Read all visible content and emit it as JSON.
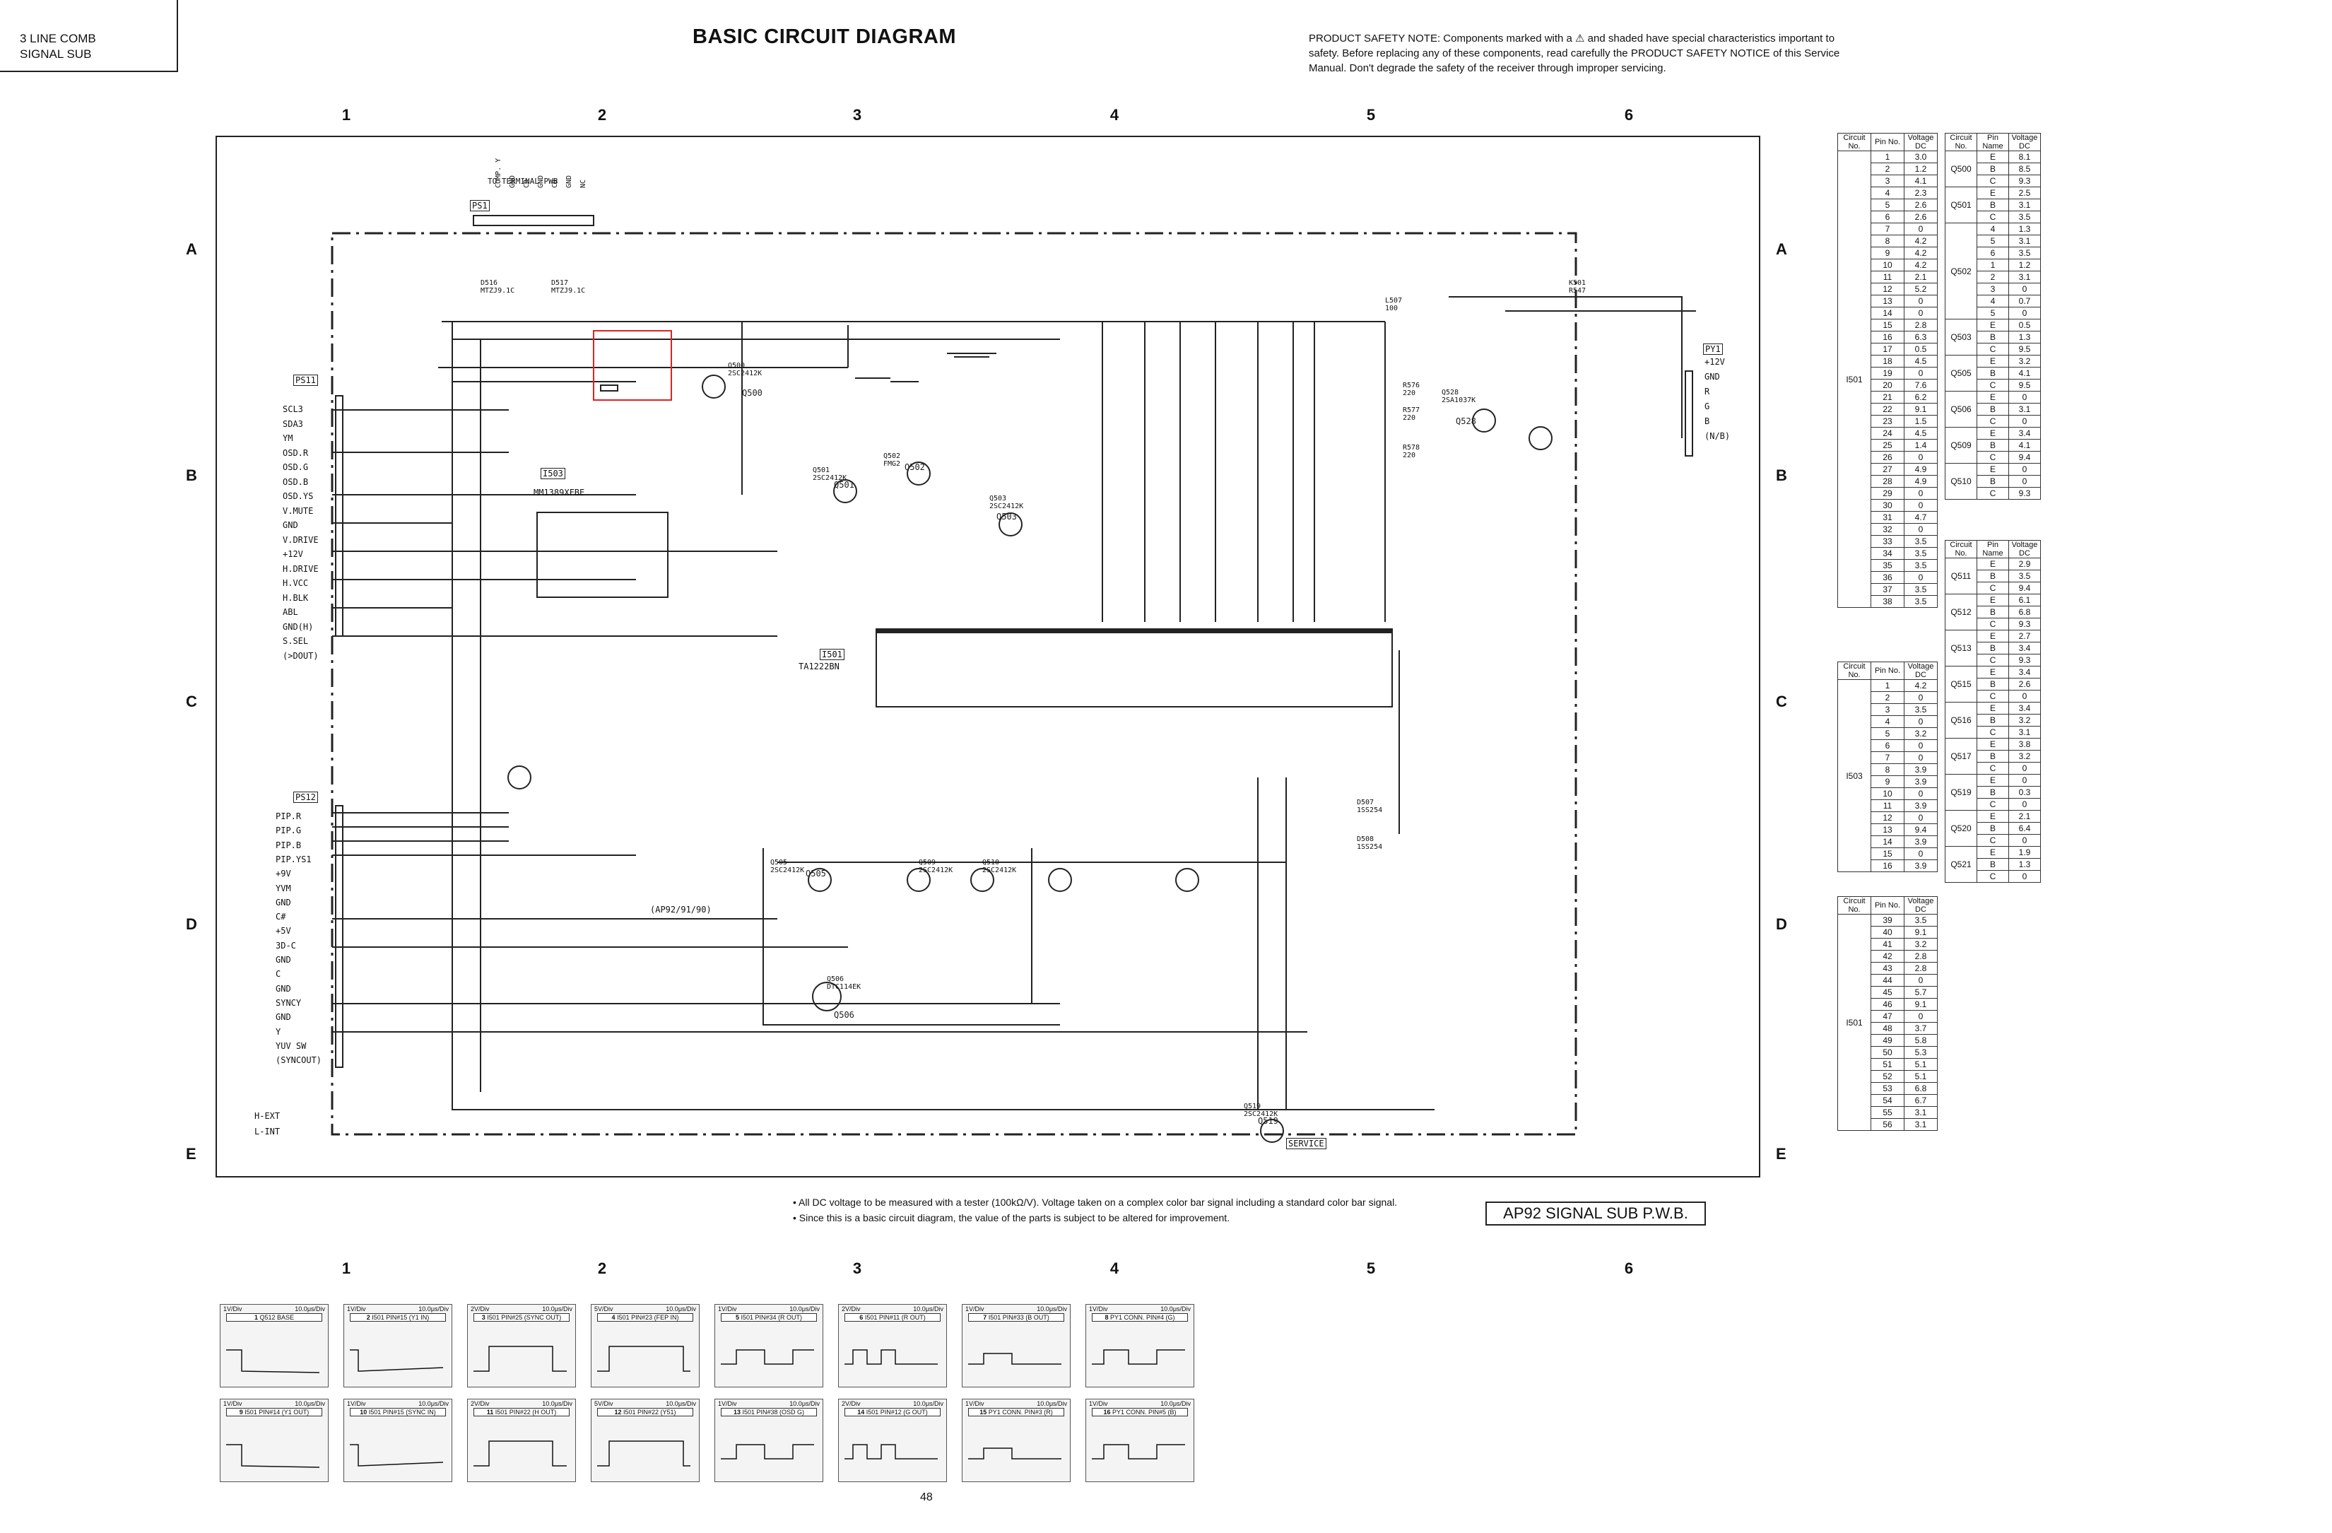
{
  "header": {
    "section_line1": "3 LINE COMB",
    "section_line2": "SIGNAL SUB",
    "title": "BASIC CIRCUIT DIAGRAM",
    "safety_note": "PRODUCT SAFETY NOTE: Components marked with a ⚠ and shaded have special characteristics important to safety. Before replacing any of these components, read carefully the PRODUCT SAFETY NOTICE of this Service Manual. Don't degrade the safety of the receiver through improper servicing."
  },
  "grid": {
    "columns": [
      "1",
      "2",
      "3",
      "4",
      "5",
      "6"
    ],
    "rows": [
      "A",
      "B",
      "C",
      "D",
      "E"
    ]
  },
  "connectors": {
    "ps1": {
      "name": "PS1",
      "label": "TO TERMINAL PWB",
      "pins": [
        "COMP. Y",
        "GND",
        "CR",
        "GND",
        "CB",
        "GND",
        "NC"
      ]
    },
    "ps11": {
      "name": "PS11",
      "pins": [
        "SCL3",
        "SDA3",
        "YM",
        "OSD.R",
        "OSD.G",
        "OSD.B",
        "OSD.YS",
        "V.MUTE",
        "GND",
        "V.DRIVE",
        "+12V",
        "H.DRIVE",
        "H.VCC",
        "H.BLK",
        "ABL",
        "GND(H)",
        "S.SEL",
        "(>DOUT)"
      ]
    },
    "ps12": {
      "name": "PS12",
      "pins": [
        "PIP.R",
        "PIP.G",
        "PIP.B",
        "PIP.YS1",
        "+9V",
        "YVM",
        "GND",
        "C#",
        "+5V",
        "3D-C",
        "GND",
        "C",
        "GND",
        "SYNCY",
        "GND",
        "Y",
        "YUV SW",
        "(SYNCOUT)"
      ]
    },
    "py1": {
      "name": "PY1",
      "pins": [
        "+12V",
        "GND",
        "R",
        "G",
        "B",
        "(N/B)"
      ]
    },
    "hext": "H-EXT",
    "lint": "L-INT",
    "service": "SERVICE"
  },
  "components": [
    {
      "ref": "I503",
      "part": "MM1389XFBE"
    },
    {
      "ref": "I501",
      "part": "TA1222BN"
    },
    {
      "ref": "Q500",
      "part": "2SC2412K"
    },
    {
      "ref": "Q501",
      "part": "2SC2412K"
    },
    {
      "ref": "Q502",
      "part": "FMG2"
    },
    {
      "ref": "Q503",
      "part": "2SC2412K"
    },
    {
      "ref": "Q505",
      "part": "2SC2412K"
    },
    {
      "ref": "Q506",
      "part": "DTC114EK"
    },
    {
      "ref": "Q509",
      "part": "2SC2412K"
    },
    {
      "ref": "Q510",
      "part": "2SC2412K"
    },
    {
      "ref": "Q519",
      "part": "2SC2412K"
    },
    {
      "ref": "Q528",
      "part": "2SA1037K"
    },
    {
      "ref": "D507",
      "part": "1SS254"
    },
    {
      "ref": "D508",
      "part": "1SS254"
    },
    {
      "ref": "D516",
      "part": "MTZJ9.1C"
    },
    {
      "ref": "D517",
      "part": "MTZJ9.1C"
    },
    {
      "ref": "K501",
      "part": "R547"
    },
    {
      "ref": "L507",
      "part": "100"
    },
    {
      "ref": "R576",
      "part": "220"
    },
    {
      "ref": "R577",
      "part": "220"
    },
    {
      "ref": "R578",
      "part": "220"
    }
  ],
  "ic_variant_note": "(AP92/91/90)",
  "tables": {
    "t1": {
      "headers": [
        "Circuit No.",
        "Pin No.",
        "Voltage DC"
      ],
      "circuit": "I501",
      "rows": [
        [
          "1",
          "3.0"
        ],
        [
          "2",
          "1.2"
        ],
        [
          "3",
          "4.1"
        ],
        [
          "4",
          "2.3"
        ],
        [
          "5",
          "2.6"
        ],
        [
          "6",
          "2.6"
        ],
        [
          "7",
          "0"
        ],
        [
          "8",
          "4.2"
        ],
        [
          "9",
          "4.2"
        ],
        [
          "10",
          "4.2"
        ],
        [
          "11",
          "2.1"
        ],
        [
          "12",
          "5.2"
        ],
        [
          "13",
          "0"
        ],
        [
          "14",
          "0"
        ],
        [
          "15",
          "2.8"
        ],
        [
          "16",
          "6.3"
        ],
        [
          "17",
          "0.5"
        ],
        [
          "18",
          "4.5"
        ],
        [
          "19",
          "0"
        ],
        [
          "20",
          "7.6"
        ],
        [
          "21",
          "6.2"
        ],
        [
          "22",
          "9.1"
        ],
        [
          "23",
          "1.5"
        ],
        [
          "24",
          "4.5"
        ],
        [
          "25",
          "1.4"
        ],
        [
          "26",
          "0"
        ],
        [
          "27",
          "4.9"
        ],
        [
          "28",
          "4.9"
        ],
        [
          "29",
          "0"
        ],
        [
          "30",
          "0"
        ],
        [
          "31",
          "4.7"
        ],
        [
          "32",
          "0"
        ],
        [
          "33",
          "3.5"
        ],
        [
          "34",
          "3.5"
        ],
        [
          "35",
          "3.5"
        ],
        [
          "36",
          "0"
        ],
        [
          "37",
          "3.5"
        ],
        [
          "38",
          "3.5"
        ]
      ]
    },
    "t2": {
      "headers": [
        "Circuit No.",
        "Pin No.",
        "Voltage DC"
      ],
      "circuit": "I503",
      "rows": [
        [
          "1",
          "4.2"
        ],
        [
          "2",
          "0"
        ],
        [
          "3",
          "3.5"
        ],
        [
          "4",
          "0"
        ],
        [
          "5",
          "3.2"
        ],
        [
          "6",
          "0"
        ],
        [
          "7",
          "0"
        ],
        [
          "8",
          "3.9"
        ],
        [
          "9",
          "3.9"
        ],
        [
          "10",
          "0"
        ],
        [
          "11",
          "3.9"
        ],
        [
          "12",
          "0"
        ],
        [
          "13",
          "9.4"
        ],
        [
          "14",
          "3.9"
        ],
        [
          "15",
          "0"
        ],
        [
          "16",
          "3.9"
        ]
      ]
    },
    "t3": {
      "headers": [
        "Circuit No.",
        "Pin No.",
        "Voltage DC"
      ],
      "circuit": "I501",
      "rows": [
        [
          "39",
          "3.5"
        ],
        [
          "40",
          "9.1"
        ],
        [
          "41",
          "3.2"
        ],
        [
          "42",
          "2.8"
        ],
        [
          "43",
          "2.8"
        ],
        [
          "44",
          "0"
        ],
        [
          "45",
          "5.7"
        ],
        [
          "46",
          "9.1"
        ],
        [
          "47",
          "0"
        ],
        [
          "48",
          "3.7"
        ],
        [
          "49",
          "5.8"
        ],
        [
          "50",
          "5.3"
        ],
        [
          "51",
          "5.1"
        ],
        [
          "52",
          "5.1"
        ],
        [
          "53",
          "6.8"
        ],
        [
          "54",
          "6.7"
        ],
        [
          "55",
          "3.1"
        ],
        [
          "56",
          "3.1"
        ]
      ]
    },
    "t4": {
      "headers": [
        "Circuit No.",
        "Pin Name",
        "Voltage DC"
      ],
      "groups": [
        {
          "circuit": "Q500",
          "rows": [
            [
              "E",
              "8.1"
            ],
            [
              "B",
              "8.5"
            ],
            [
              "C",
              "9.3"
            ]
          ]
        },
        {
          "circuit": "Q501",
          "rows": [
            [
              "E",
              "2.5"
            ],
            [
              "B",
              "3.1"
            ],
            [
              "C",
              "3.5"
            ]
          ]
        },
        {
          "circuit": "Q502",
          "rows": [
            [
              "4",
              "1.3"
            ],
            [
              "5",
              "3.1"
            ],
            [
              "6",
              "3.5"
            ],
            [
              "1",
              "1.2"
            ],
            [
              "2",
              "3.1"
            ],
            [
              "3",
              "0"
            ],
            [
              "4",
              "0.7"
            ],
            [
              "5",
              "0"
            ]
          ]
        },
        {
          "circuit": "Q503",
          "rows": [
            [
              "E",
              "0.5"
            ],
            [
              "B",
              "1.3"
            ],
            [
              "C",
              "9.5"
            ]
          ]
        },
        {
          "circuit": "Q505",
          "rows": [
            [
              "E",
              "3.2"
            ],
            [
              "B",
              "4.1"
            ],
            [
              "C",
              "9.5"
            ]
          ]
        },
        {
          "circuit": "Q506",
          "rows": [
            [
              "E",
              "0"
            ],
            [
              "B",
              "3.1"
            ],
            [
              "C",
              "0"
            ]
          ]
        },
        {
          "circuit": "Q509",
          "rows": [
            [
              "E",
              "3.4"
            ],
            [
              "B",
              "4.1"
            ],
            [
              "C",
              "9.4"
            ]
          ]
        },
        {
          "circuit": "Q510",
          "rows": [
            [
              "E",
              "0"
            ],
            [
              "B",
              "0"
            ],
            [
              "C",
              "9.3"
            ]
          ]
        }
      ]
    },
    "t5": {
      "headers": [
        "Circuit No.",
        "Pin Name",
        "Voltage DC"
      ],
      "groups": [
        {
          "circuit": "Q511",
          "rows": [
            [
              "E",
              "2.9"
            ],
            [
              "B",
              "3.5"
            ],
            [
              "C",
              "9.4"
            ]
          ]
        },
        {
          "circuit": "Q512",
          "rows": [
            [
              "E",
              "6.1"
            ],
            [
              "B",
              "6.8"
            ],
            [
              "C",
              "9.3"
            ]
          ]
        },
        {
          "circuit": "Q513",
          "rows": [
            [
              "E",
              "2.7"
            ],
            [
              "B",
              "3.4"
            ],
            [
              "C",
              "9.3"
            ]
          ]
        },
        {
          "circuit": "Q515",
          "rows": [
            [
              "E",
              "3.4"
            ],
            [
              "B",
              "2.6"
            ],
            [
              "C",
              "0"
            ]
          ]
        },
        {
          "circuit": "Q516",
          "rows": [
            [
              "E",
              "3.4"
            ],
            [
              "B",
              "3.2"
            ],
            [
              "C",
              "3.1"
            ]
          ]
        },
        {
          "circuit": "Q517",
          "rows": [
            [
              "E",
              "3.8"
            ],
            [
              "B",
              "3.2"
            ],
            [
              "C",
              "0"
            ]
          ]
        },
        {
          "circuit": "Q519",
          "rows": [
            [
              "E",
              "0"
            ],
            [
              "B",
              "0.3"
            ],
            [
              "C",
              "0"
            ]
          ]
        },
        {
          "circuit": "Q520",
          "rows": [
            [
              "E",
              "2.1"
            ],
            [
              "B",
              "6.4"
            ],
            [
              "C",
              "0"
            ]
          ]
        },
        {
          "circuit": "Q521",
          "rows": [
            [
              "E",
              "1.9"
            ],
            [
              "B",
              "1.3"
            ],
            [
              "C",
              "0"
            ]
          ]
        }
      ]
    }
  },
  "notes": [
    "All DC voltage to be measured with a tester (100kΩ/V). Voltage taken on a complex color bar signal including a standard color bar signal.",
    "Since this is a basic circuit diagram, the value of the parts is subject to be altered for improvement."
  ],
  "board_name": "AP92 SIGNAL SUB P.W.B.",
  "page_number": "48",
  "waveforms": [
    {
      "num": "1",
      "point": "Q512 BASE",
      "vdiv": "1V/Div",
      "tdiv": "10.0μs/Div"
    },
    {
      "num": "2",
      "point": "I501 PIN#15 (Y1 IN)",
      "vdiv": "1V/Div",
      "tdiv": "10.0μs/Div"
    },
    {
      "num": "3",
      "point": "I501 PIN#25 (SYNC OUT)",
      "vdiv": "2V/Div",
      "tdiv": "10.0μs/Div"
    },
    {
      "num": "4",
      "point": "I501 PIN#23 (FEP IN)",
      "vdiv": "5V/Div",
      "tdiv": "10.0μs/Div"
    },
    {
      "num": "5",
      "point": "I501 PIN#34 (R OUT)",
      "vdiv": "1V/Div",
      "tdiv": "10.0μs/Div"
    },
    {
      "num": "6",
      "point": "I501 PIN#11 (R OUT)",
      "vdiv": "2V/Div",
      "tdiv": "10.0μs/Div"
    },
    {
      "num": "7",
      "point": "I501 PIN#33 (B OUT)",
      "vdiv": "1V/Div",
      "tdiv": "10.0μs/Div"
    },
    {
      "num": "8",
      "point": "PY1 CONN. PIN#4 (G)",
      "vdiv": "1V/Div",
      "tdiv": "10.0μs/Div"
    },
    {
      "num": "9",
      "point": "I501 PIN#14 (Y1 OUT)",
      "vdiv": "1V/Div",
      "tdiv": "10.0μs/Div"
    },
    {
      "num": "10",
      "point": "I501 PIN#15 (SYNC IN)",
      "vdiv": "1V/Div",
      "tdiv": "10.0μs/Div"
    },
    {
      "num": "11",
      "point": "I501 PIN#22 (H OUT)",
      "vdiv": "2V/Div",
      "tdiv": "10.0μs/Div"
    },
    {
      "num": "12",
      "point": "I501 PIN#22 (Y51)",
      "vdiv": "5V/Div",
      "tdiv": "10.0μs/Div"
    },
    {
      "num": "13",
      "point": "I501 PIN#38 (OSD G)",
      "vdiv": "1V/Div",
      "tdiv": "10.0μs/Div"
    },
    {
      "num": "14",
      "point": "I501 PIN#12 (G OUT)",
      "vdiv": "2V/Div",
      "tdiv": "10.0μs/Div"
    },
    {
      "num": "15",
      "point": "PY1 CONN. PIN#3 (R)",
      "vdiv": "1V/Div",
      "tdiv": "10.0μs/Div"
    },
    {
      "num": "16",
      "point": "PY1 CONN. PIN#5 (B)",
      "vdiv": "1V/Div",
      "tdiv": "10.0μs/Div"
    }
  ]
}
